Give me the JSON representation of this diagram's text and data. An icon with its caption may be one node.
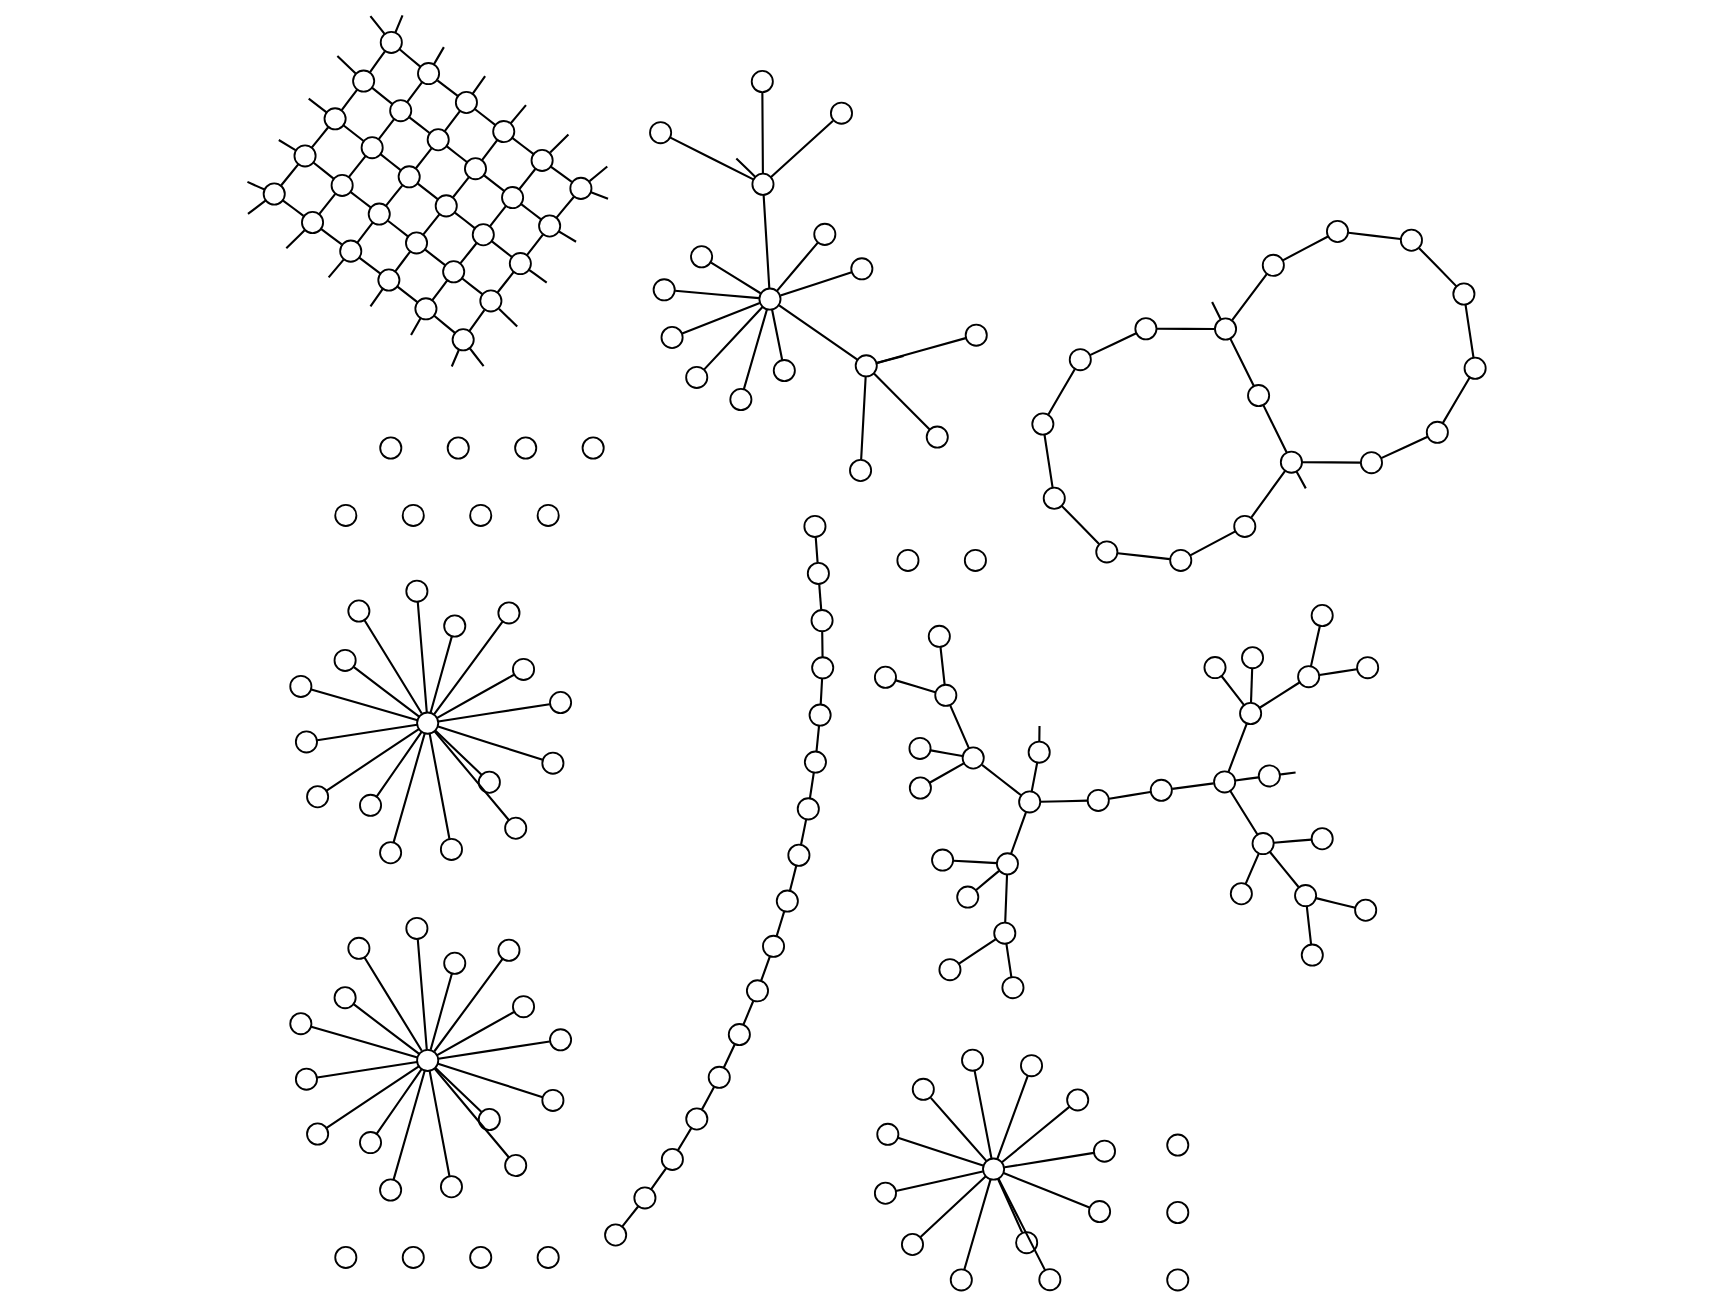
{
  "diagram": {
    "nodes": [
      {
        "text": [],
        "shape": "circle"
      },
      {
        "text": [],
        "shape": "circle"
      },
      {
        "text": [],
        "shape": "circle"
      },
      {
        "text": [],
        "shape": "circle"
      },
      {
        "text": [],
        "shape": "circle"
      },
      {
        "text": [],
        "shape": "circle"
      },
      {
        "text": [],
        "shape": "circle"
      },
      {
        "text": [],
        "shape": "circle"
      },
      {
        "text": [],
        "shape": "circle"
      },
      {
        "text": [],
        "shape": "circle"
      },
      {
        "text": [],
        "shape": "circle"
      },
      {
        "text": [],
        "shape": "circle"
      },
      {
        "text": [],
        "shape": "circle"
      },
      {
        "text": [],
        "shape": "circle"
      },
      {
        "text": [],
        "shape": "circle"
      },
      {
        "text": [],
        "shape": "circle"
      },
      {
        "text": [],
        "shape": "circle"
      },
      {
        "text": [],
        "shape": "circle"
      },
      {
        "text": [],
        "shape": "circle"
      },
      {
        "text": [],
        "shape": "circle"
      },
      {
        "text": [],
        "shape": "circle"
      },
      {
        "text": [],
        "shape": "circle"
      },
      {
        "text": [],
        "shape": "circle"
      },
      {
        "text": [],
        "shape": "circle"
      },
      {
        "text": [],
        "shape": "circle"
      },
      {
        "text": [],
        "shape": "circle"
      },
      {
        "text": [],
        "shape": "circle"
      },
      {
        "text": [],
        "shape": "circle"
      },
      {
        "text": [],
        "shape": "circle"
      },
      {
        "text": [],
        "shape": "circle"
      },
      {
        "text": [],
        "shape": "circle"
      },
      {
        "text": [],
        "shape": "circle"
      },
      {
        "text": [],
        "shape": "circle"
      },
      {
        "text": [],
        "shape": "circle"
      },
      {
        "text": [],
        "shape": "circle"
      },
      {
        "text": [],
        "shape": "circle"
      },
      {
        "text": [],
        "shape": "circle"
      },
      {
        "text": [],
        "shape": "circle"
      },
      {
        "text": [],
        "shape": "circle"
      },
      {
        "text": [],
        "shape": "circle"
      },
      {
        "text": [],
        "shape": "circle"
      },
      {
        "text": [],
        "shape": "circle"
      },
      {
        "text": [],
        "shape": "circle"
      },
      {
        "text": [],
        "shape": "circle"
      },
      {
        "text": [],
        "shape": "circle"
      },
      {
        "text": [],
        "shape": "circle"
      },
      {
        "text": [],
        "shape": "circle"
      },
      {
        "text": [],
        "shape": "circle"
      },
      {
        "text": [],
        "shape": "circle"
      },
      {
        "text": [],
        "shape": "circle"
      },
      {
        "text": [],
        "shape": "circle"
      },
      {
        "text": [],
        "shape": "circle"
      },
      {
        "text": [],
        "shape": "circle"
      },
      {
        "text": [],
        "shape": "circle"
      },
      {
        "text": [],
        "shape": "circle"
      },
      {
        "text": [],
        "shape": "circle"
      },
      {
        "text": [],
        "shape": "circle"
      },
      {
        "text": [],
        "shape": "circle"
      },
      {
        "text": [],
        "shape": "circle"
      },
      {
        "text": [],
        "shape": "circle"
      },
      {
        "text": [],
        "shape": "circle"
      },
      {
        "text": [],
        "shape": "circle"
      },
      {
        "text": [],
        "shape": "circle"
      },
      {
        "text": [],
        "shape": "circle"
      },
      {
        "text": [],
        "shape": "circle"
      },
      {
        "text": [],
        "shape": "circle"
      },
      {
        "text": [],
        "shape": "circle"
      },
      {
        "text": [],
        "shape": "circle"
      },
      {
        "text": [],
        "shape": "circle"
      },
      {
        "text": [],
        "shape": "circle"
      },
      {
        "text": [],
        "shape": "circle"
      },
      {
        "text": [],
        "shape": "circle"
      },
      {
        "text": [],
        "shape": "circle"
      },
      {
        "text": [],
        "shape": "circle"
      },
      {
        "text": [],
        "shape": "circle"
      },
      {
        "text": [],
        "shape": "circle"
      },
      {
        "text": [],
        "shape": "circle"
      },
      {
        "text": [],
        "shape": "circle"
      },
      {
        "text": [],
        "shape": "circle"
      },
      {
        "text": [],
        "shape": "circle"
      },
      {
        "text": [],
        "shape": "circle"
      },
      {
        "text": [],
        "shape": "circle"
      },
      {
        "text": [],
        "shape": "circle"
      },
      {
        "text": [],
        "shape": "circle"
      },
      {
        "text": [],
        "shape": "circle"
      },
      {
        "text": [],
        "shape": "circle"
      },
      {
        "text": [],
        "shape": "circle"
      },
      {
        "text": [],
        "shape": "circle"
      },
      {
        "text": [],
        "shape": "circle"
      },
      {
        "text": [],
        "shape": "circle"
      },
      {
        "text": [],
        "shape": "circle"
      },
      {
        "text": [],
        "shape": "circle"
      },
      {
        "text": [],
        "shape": "circle"
      },
      {
        "text": [],
        "shape": "circle"
      },
      {
        "text": [],
        "shape": "circle"
      },
      {
        "text": [],
        "shape": "circle"
      },
      {
        "text": [],
        "shape": "circle"
      },
      {
        "text": [],
        "shape": "circle"
      },
      {
        "text": [],
        "shape": "circle"
      },
      {
        "text": [],
        "shape": "circle"
      },
      {
        "text": [],
        "shape": "circle"
      },
      {
        "text": [],
        "shape": "circle"
      },
      {
        "text": [],
        "shape": "circle"
      },
      {
        "text": [],
        "shape": "circle"
      },
      {
        "text": [],
        "shape": "circle"
      },
      {
        "text": [],
        "shape": "circle"
      },
      {
        "text": [],
        "shape": "circle"
      },
      {
        "text": [],
        "shape": "circle"
      },
      {
        "text": [],
        "shape": "circle"
      },
      {
        "text": [],
        "shape": "circle"
      },
      {
        "text": [],
        "shape": "circle"
      },
      {
        "text": [],
        "shape": "circle"
      },
      {
        "text": [],
        "shape": "circle"
      },
      {
        "text": [],
        "shape": "circle"
      },
      {
        "text": [],
        "shape": "circle"
      },
      {
        "text": [],
        "shape": "circle"
      },
      {
        "text": [],
        "shape": "circle"
      },
      {
        "text": [],
        "shape": "circle"
      },
      {
        "text": [],
        "shape": "circle"
      },
      {
        "text": [],
        "shape": "circle"
      },
      {
        "text": [],
        "shape": "circle"
      },
      {
        "text": [],
        "shape": "circle"
      },
      {
        "text": [],
        "shape": "circle"
      },
      {
        "text": [],
        "shape": "circle"
      },
      {
        "text": [],
        "shape": "circle"
      },
      {
        "text": [],
        "shape": "circle"
      },
      {
        "text": [],
        "shape": "circle"
      },
      {
        "text": [],
        "shape": "circle"
      },
      {
        "text": [],
        "shape": "circle"
      },
      {
        "text": [],
        "shape": "circle"
      },
      {
        "text": [],
        "shape": "circle"
      },
      {
        "text": [],
        "shape": "circle"
      },
      {
        "text": [],
        "shape": "circle"
      },
      {
        "text": [],
        "shape": "circle"
      },
      {
        "text": [],
        "shape": "circle"
      },
      {
        "text": [],
        "shape": "circle"
      },
      {
        "text": [],
        "shape": "circle"
      },
      {
        "text": [],
        "shape": "circle"
      },
      {
        "text": [],
        "shape": "circle"
      },
      {
        "text": [],
        "shape": "circle"
      },
      {
        "text": [],
        "shape": "circle"
      },
      {
        "text": [],
        "shape": "circle"
      },
      {
        "text": [],
        "shape": "circle"
      },
      {
        "text": [],
        "shape": "circle"
      },
      {
        "text": [],
        "shape": "circle"
      },
      {
        "text": [],
        "shape": "circle"
      },
      {
        "text": [],
        "shape": "circle"
      },
      {
        "text": [],
        "shape": "circle"
      },
      {
        "text": [],
        "shape": "circle"
      },
      {
        "text": [],
        "shape": "circle"
      },
      {
        "text": [],
        "shape": "circle"
      },
      {
        "text": [],
        "shape": "circle"
      },
      {
        "text": [],
        "shape": "circle"
      },
      {
        "text": [],
        "shape": "circle"
      },
      {
        "text": [],
        "shape": "circle"
      },
      {
        "text": [],
        "shape": "circle"
      },
      {
        "text": [],
        "shape": "circle"
      },
      {
        "text": [],
        "shape": "circle"
      },
      {
        "text": [],
        "shape": "circle"
      },
      {
        "text": [],
        "shape": "circle"
      },
      {
        "text": [],
        "shape": "circle"
      },
      {
        "text": [],
        "shape": "circle"
      },
      {
        "text": [],
        "shape": "circle"
      },
      {
        "text": [],
        "shape": "circle"
      },
      {
        "text": [],
        "shape": "circle"
      },
      {
        "text": [],
        "shape": "circle"
      },
      {
        "text": [],
        "shape": "circle"
      },
      {
        "text": [],
        "shape": "circle"
      },
      {
        "text": [],
        "shape": "circle"
      },
      {
        "text": [],
        "shape": "circle"
      },
      {
        "text": [],
        "shape": "circle"
      },
      {
        "text": [],
        "shape": "circle"
      },
      {
        "text": [],
        "shape": "circle"
      },
      {
        "text": [],
        "shape": "circle"
      },
      {
        "text": [],
        "shape": "circle"
      }
    ],
    "edges": [
      {
        "from": 0,
        "to": 1,
        "arrow": "none"
      },
      {
        "from": 1,
        "to": 2,
        "arrow": "none"
      },
      {
        "from": 2,
        "to": 3,
        "arrow": "none"
      },
      {
        "from": 3,
        "to": 4,
        "arrow": "none"
      },
      {
        "from": 4,
        "to": 5,
        "arrow": "none"
      },
      {
        "from": 6,
        "to": 7,
        "arrow": "none"
      },
      {
        "from": 7,
        "to": 8,
        "arrow": "none"
      },
      {
        "from": 8,
        "to": 9,
        "arrow": "none"
      },
      {
        "from": 9,
        "to": 10,
        "arrow": "none"
      },
      {
        "from": 10,
        "to": 11,
        "arrow": "none"
      },
      {
        "from": 12,
        "to": 13,
        "arrow": "none"
      },
      {
        "from": 13,
        "to": 14,
        "arrow": "none"
      },
      {
        "from": 14,
        "to": 15,
        "arrow": "none"
      },
      {
        "from": 15,
        "to": 16,
        "arrow": "none"
      },
      {
        "from": 16,
        "to": 17,
        "arrow": "none"
      },
      {
        "from": 18,
        "to": 19,
        "arrow": "none"
      },
      {
        "from": 19,
        "to": 20,
        "arrow": "none"
      },
      {
        "from": 20,
        "to": 21,
        "arrow": "none"
      },
      {
        "from": 21,
        "to": 22,
        "arrow": "none"
      },
      {
        "from": 22,
        "to": 23,
        "arrow": "none"
      },
      {
        "from": 24,
        "to": 25,
        "arrow": "none"
      },
      {
        "from": 25,
        "to": 26,
        "arrow": "none"
      },
      {
        "from": 26,
        "to": 27,
        "arrow": "none"
      },
      {
        "from": 27,
        "to": 28,
        "arrow": "none"
      },
      {
        "from": 28,
        "to": 29,
        "arrow": "none"
      },
      {
        "from": 0,
        "to": 6,
        "arrow": "none"
      },
      {
        "from": 6,
        "to": 12,
        "arrow": "none"
      },
      {
        "from": 12,
        "to": 18,
        "arrow": "none"
      },
      {
        "from": 18,
        "to": 24,
        "arrow": "none"
      },
      {
        "from": 1,
        "to": 7,
        "arrow": "none"
      },
      {
        "from": 7,
        "to": 13,
        "arrow": "none"
      },
      {
        "from": 13,
        "to": 19,
        "arrow": "none"
      },
      {
        "from": 19,
        "to": 25,
        "arrow": "none"
      },
      {
        "from": 2,
        "to": 8,
        "arrow": "none"
      },
      {
        "from": 8,
        "to": 14,
        "arrow": "none"
      },
      {
        "from": 14,
        "to": 20,
        "arrow": "none"
      },
      {
        "from": 20,
        "to": 26,
        "arrow": "none"
      },
      {
        "from": 3,
        "to": 9,
        "arrow": "none"
      },
      {
        "from": 9,
        "to": 15,
        "arrow": "none"
      },
      {
        "from": 15,
        "to": 21,
        "arrow": "none"
      },
      {
        "from": 21,
        "to": 27,
        "arrow": "none"
      },
      {
        "from": 4,
        "to": 10,
        "arrow": "none"
      },
      {
        "from": 10,
        "to": 16,
        "arrow": "none"
      },
      {
        "from": 16,
        "to": 22,
        "arrow": "none"
      },
      {
        "from": 22,
        "to": 28,
        "arrow": "none"
      },
      {
        "from": 5,
        "to": 11,
        "arrow": "none"
      },
      {
        "from": 11,
        "to": 17,
        "arrow": "none"
      },
      {
        "from": 17,
        "to": 23,
        "arrow": "none"
      },
      {
        "from": 23,
        "to": 29,
        "arrow": "none"
      },
      {
        "from": null,
        "to": 0,
        "arrow": "none"
      },
      {
        "from": null,
        "to": 6,
        "arrow": "none"
      },
      {
        "from": null,
        "to": 12,
        "arrow": "none"
      },
      {
        "from": null,
        "to": 18,
        "arrow": "none"
      },
      {
        "from": null,
        "to": 24,
        "arrow": "none"
      },
      {
        "from": 5,
        "to": null,
        "arrow": "none"
      },
      {
        "from": 11,
        "to": null,
        "arrow": "none"
      },
      {
        "from": 17,
        "to": null,
        "arrow": "none"
      },
      {
        "from": 23,
        "to": null,
        "arrow": "none"
      },
      {
        "from": 29,
        "to": null,
        "arrow": "none"
      },
      {
        "from": null,
        "to": 0,
        "arrow": "none"
      },
      {
        "from": null,
        "to": 1,
        "arrow": "none"
      },
      {
        "from": null,
        "to": 2,
        "arrow": "none"
      },
      {
        "from": null,
        "to": 3,
        "arrow": "none"
      },
      {
        "from": null,
        "to": 4,
        "arrow": "none"
      },
      {
        "from": null,
        "to": 5,
        "arrow": "none"
      },
      {
        "from": 24,
        "to": null,
        "arrow": "none"
      },
      {
        "from": 25,
        "to": null,
        "arrow": "none"
      },
      {
        "from": 26,
        "to": null,
        "arrow": "none"
      },
      {
        "from": 27,
        "to": null,
        "arrow": "none"
      },
      {
        "from": 28,
        "to": null,
        "arrow": "none"
      },
      {
        "from": 29,
        "to": null,
        "arrow": "none"
      },
      {
        "from": 31,
        "to": 37,
        "arrow": "none"
      },
      {
        "from": 37,
        "to": 43,
        "arrow": "none"
      },
      {
        "from": 43,
        "to": 49,
        "arrow": "none"
      },
      {
        "from": 49,
        "to": 55,
        "arrow": "none"
      },
      {
        "from": 34,
        "to": 40,
        "arrow": "none"
      },
      {
        "from": 40,
        "to": 46,
        "arrow": "none"
      },
      {
        "from": 46,
        "to": 52,
        "arrow": "none"
      },
      {
        "from": 52,
        "to": 58,
        "arrow": "none"
      },
      {
        "from": 30,
        "to": 31,
        "arrow": "none"
      },
      {
        "from": 31,
        "to": 32,
        "arrow": "none"
      },
      {
        "from": 33,
        "to": 34,
        "arrow": "none"
      },
      {
        "from": 34,
        "to": 35,
        "arrow": "none"
      },
      {
        "from": 36,
        "to": 37,
        "arrow": "none"
      },
      {
        "from": 37,
        "to": 38,
        "arrow": "none"
      },
      {
        "from": 39,
        "to": 40,
        "arrow": "none"
      },
      {
        "from": 40,
        "to": 41,
        "arrow": "none"
      },
      {
        "from": 42,
        "to": 43,
        "arrow": "none"
      },
      {
        "from": 43,
        "to": 44,
        "arrow": "none"
      },
      {
        "from": 45,
        "to": 46,
        "arrow": "none"
      },
      {
        "from": 46,
        "to": 47,
        "arrow": "none"
      },
      {
        "from": 48,
        "to": 49,
        "arrow": "none"
      },
      {
        "from": 49,
        "to": 50,
        "arrow": "none"
      },
      {
        "from": 51,
        "to": 52,
        "arrow": "none"
      },
      {
        "from": 52,
        "to": 53,
        "arrow": "none"
      },
      {
        "from": 54,
        "to": 55,
        "arrow": "none"
      },
      {
        "from": 55,
        "to": 56,
        "arrow": "none"
      },
      {
        "from": 57,
        "to": 58,
        "arrow": "none"
      },
      {
        "from": 58,
        "to": 59,
        "arrow": "none"
      },
      {
        "from": 44,
        "to": 45,
        "arrow": "none"
      },
      {
        "from": null,
        "to": 42,
        "arrow": "none"
      },
      {
        "from": 47,
        "to": null,
        "arrow": "none"
      },
      {
        "from": 67,
        "to": 68,
        "arrow": "none"
      },
      {
        "from": 68,
        "to": 69,
        "arrow": "none"
      },
      {
        "from": null,
        "to": 67,
        "arrow": "none"
      },
      {
        "from": 69,
        "to": null,
        "arrow": "none"
      },
      {
        "from": 62,
        "to": 67,
        "arrow": "none"
      },
      {
        "from": 64,
        "to": 67,
        "arrow": "none"
      },
      {
        "from": 65,
        "to": 67,
        "arrow": "none"
      },
      {
        "from": 60,
        "to": 68,
        "arrow": "none"
      },
      {
        "from": 61,
        "to": 68,
        "arrow": "none"
      },
      {
        "from": 63,
        "to": 68,
        "arrow": "none"
      },
      {
        "from": 66,
        "to": 68,
        "arrow": "none"
      },
      {
        "from": 70,
        "to": 68,
        "arrow": "none"
      },
      {
        "from": 73,
        "to": 68,
        "arrow": "none"
      },
      {
        "from": 75,
        "to": 68,
        "arrow": "none"
      },
      {
        "from": 76,
        "to": 68,
        "arrow": "none"
      },
      {
        "from": 71,
        "to": 69,
        "arrow": "none"
      },
      {
        "from": 72,
        "to": 69,
        "arrow": "none"
      },
      {
        "from": 74,
        "to": 69,
        "arrow": "none"
      },
      {
        "from": 77,
        "to": 85,
        "arrow": "none"
      },
      {
        "from": 78,
        "to": 85,
        "arrow": "none"
      },
      {
        "from": 79,
        "to": 85,
        "arrow": "none"
      },
      {
        "from": 80,
        "to": 85,
        "arrow": "none"
      },
      {
        "from": 81,
        "to": 85,
        "arrow": "none"
      },
      {
        "from": 82,
        "to": 85,
        "arrow": "none"
      },
      {
        "from": 83,
        "to": 85,
        "arrow": "none"
      },
      {
        "from": 84,
        "to": 85,
        "arrow": "none"
      },
      {
        "from": 86,
        "to": 85,
        "arrow": "none"
      },
      {
        "from": 87,
        "to": 85,
        "arrow": "none"
      },
      {
        "from": 88,
        "to": 85,
        "arrow": "none"
      },
      {
        "from": 89,
        "to": 85,
        "arrow": "none"
      },
      {
        "from": 90,
        "to": 85,
        "arrow": "none"
      },
      {
        "from": 91,
        "to": 85,
        "arrow": "none"
      },
      {
        "from": 92,
        "to": 85,
        "arrow": "none"
      },
      {
        "from": 93,
        "to": 85,
        "arrow": "none"
      },
      {
        "from": 94,
        "to": 102,
        "arrow": "none"
      },
      {
        "from": 95,
        "to": 102,
        "arrow": "none"
      },
      {
        "from": 96,
        "to": 102,
        "arrow": "none"
      },
      {
        "from": 97,
        "to": 102,
        "arrow": "none"
      },
      {
        "from": 98,
        "to": 102,
        "arrow": "none"
      },
      {
        "from": 99,
        "to": 102,
        "arrow": "none"
      },
      {
        "from": 100,
        "to": 102,
        "arrow": "none"
      },
      {
        "from": 101,
        "to": 102,
        "arrow": "none"
      },
      {
        "from": 103,
        "to": 102,
        "arrow": "none"
      },
      {
        "from": 104,
        "to": 102,
        "arrow": "none"
      },
      {
        "from": 105,
        "to": 102,
        "arrow": "none"
      },
      {
        "from": 106,
        "to": 102,
        "arrow": "none"
      },
      {
        "from": 107,
        "to": 102,
        "arrow": "none"
      },
      {
        "from": 108,
        "to": 102,
        "arrow": "none"
      },
      {
        "from": 109,
        "to": 102,
        "arrow": "none"
      },
      {
        "from": 110,
        "to": 102,
        "arrow": "none"
      },
      {
        "from": 111,
        "to": 117,
        "arrow": "none"
      },
      {
        "from": 112,
        "to": 117,
        "arrow": "none"
      },
      {
        "from": 113,
        "to": 117,
        "arrow": "none"
      },
      {
        "from": 114,
        "to": 117,
        "arrow": "none"
      },
      {
        "from": 115,
        "to": 117,
        "arrow": "none"
      },
      {
        "from": 116,
        "to": 117,
        "arrow": "none"
      },
      {
        "from": 118,
        "to": 117,
        "arrow": "none"
      },
      {
        "from": 119,
        "to": 117,
        "arrow": "none"
      },
      {
        "from": 120,
        "to": 117,
        "arrow": "none"
      },
      {
        "from": 121,
        "to": 117,
        "arrow": "none"
      },
      {
        "from": 122,
        "to": 117,
        "arrow": "none"
      },
      {
        "from": 123,
        "to": 117,
        "arrow": "none"
      },
      {
        "from": 126,
        "to": 128,
        "arrow": "none"
      },
      {
        "from": 128,
        "to": 125,
        "arrow": "none"
      },
      {
        "from": 125,
        "to": 124,
        "arrow": "none"
      },
      {
        "from": 124,
        "to": 127,
        "arrow": "none"
      },
      {
        "from": 127,
        "to": 130,
        "arrow": "none"
      },
      {
        "from": 130,
        "to": 133,
        "arrow": "none"
      },
      {
        "from": 133,
        "to": 135,
        "arrow": "none"
      },
      {
        "from": 135,
        "to": 138,
        "arrow": "none"
      },
      {
        "from": 138,
        "to": 136,
        "arrow": "none"
      },
      {
        "from": 136,
        "to": 139,
        "arrow": "none"
      },
      {
        "from": 139,
        "to": 140,
        "arrow": "none"
      },
      {
        "from": 140,
        "to": 137,
        "arrow": "none"
      },
      {
        "from": 137,
        "to": 134,
        "arrow": "none"
      },
      {
        "from": 134,
        "to": 131,
        "arrow": "none"
      },
      {
        "from": 131,
        "to": 129,
        "arrow": "none"
      },
      {
        "from": 129,
        "to": 126,
        "arrow": "none"
      },
      {
        "from": null,
        "to": 131,
        "arrow": "none"
      },
      {
        "from": 131,
        "to": 132,
        "arrow": "none"
      },
      {
        "from": 132,
        "to": 133,
        "arrow": "none"
      },
      {
        "from": 133,
        "to": null,
        "arrow": "none"
      },
      {
        "from": 142,
        "to": 141,
        "arrow": "none"
      },
      {
        "from": 141,
        "to": 143,
        "arrow": "none"
      },
      {
        "from": 143,
        "to": 146,
        "arrow": "none"
      },
      {
        "from": 146,
        "to": 148,
        "arrow": "none"
      },
      {
        "from": 148,
        "to": 152,
        "arrow": "none"
      },
      {
        "from": 152,
        "to": 154,
        "arrow": "none"
      },
      {
        "from": 154,
        "to": 153,
        "arrow": "none"
      },
      {
        "from": 153,
        "to": 156,
        "arrow": "none"
      },
      {
        "from": 156,
        "to": 157,
        "arrow": "none"
      },
      {
        "from": 157,
        "to": 155,
        "arrow": "none"
      },
      {
        "from": 155,
        "to": 151,
        "arrow": "none"
      },
      {
        "from": 151,
        "to": 150,
        "arrow": "none"
      },
      {
        "from": 150,
        "to": 147,
        "arrow": "none"
      },
      {
        "from": 147,
        "to": 144,
        "arrow": "none"
      },
      {
        "from": 144,
        "to": 145,
        "arrow": "none"
      },
      {
        "from": 145,
        "to": 149,
        "arrow": "none"
      }
    ]
  }
}
